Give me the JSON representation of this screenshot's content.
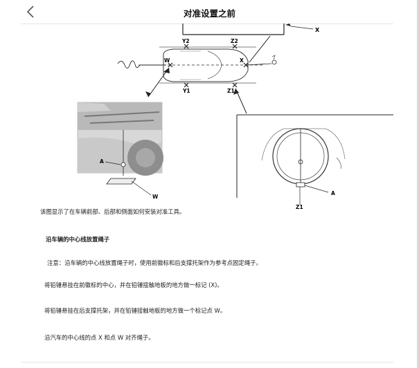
{
  "header": {
    "title": "对准设置之前",
    "back_icon": "chevron-left-icon"
  },
  "diagram": {
    "labels": {
      "x_top": "X",
      "y2": "Y2",
      "z2": "Z2",
      "w_car": "W",
      "x_car": "X",
      "y1": "Y1",
      "z1": "Z1",
      "a_left": "A",
      "w_left": "W",
      "a_right": "A",
      "z1_right": "Z1"
    }
  },
  "content": {
    "caption": "该图显示了在车辆前部、后部和侧面如何安装对准工具。",
    "section_heading": "沿车辆的中心线放置绳子",
    "note": "注意：沿车辆的中心线放置绳子时，使用前徽标和后支撑托架作为参考点固定绳子。",
    "step1": "将铅锤悬挂在前徽标的中心，并在铅锤接触地板的地方做一标记 (X)。",
    "step2": "将铅锤悬挂在后支撑托架，并在铅锤接触地板的地方做一个标记点 W。",
    "step3": "沿汽车的中心线的点 X 和点 W 对齐绳子。"
  }
}
